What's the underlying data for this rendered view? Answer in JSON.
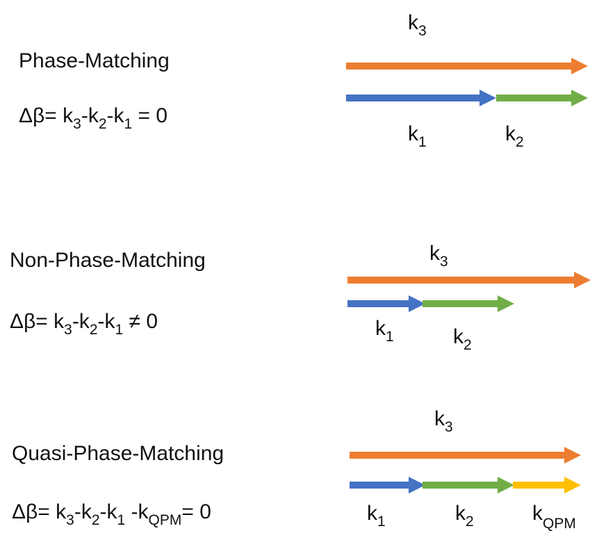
{
  "colors": {
    "k3": "#ED7D31",
    "k1": "#4472C4",
    "k2": "#70AD47",
    "kqpm": "#FFC000"
  },
  "sections": [
    {
      "title": "Phase-Matching",
      "equation": [
        "Δβ= k",
        "3",
        "-k",
        "2",
        "-k",
        "1",
        " = 0"
      ],
      "labels": {
        "k3": [
          "k",
          "3"
        ],
        "k1": [
          "k",
          "1"
        ],
        "k2": [
          "k",
          "2"
        ]
      }
    },
    {
      "title": "Non-Phase-Matching",
      "equation": [
        "Δβ= k",
        "3",
        "-k",
        "2",
        "-k",
        "1",
        " ≠ 0"
      ],
      "labels": {
        "k3": [
          "k",
          "3"
        ],
        "k1": [
          "k",
          "1"
        ],
        "k2": [
          "k",
          "2"
        ]
      }
    },
    {
      "title": "Quasi-Phase-Matching",
      "equation": [
        "Δβ= k",
        "3",
        "-k",
        "2",
        "-k",
        "1",
        " -k",
        "QPM",
        "= 0"
      ],
      "labels": {
        "k3": [
          "k",
          "3"
        ],
        "k1": [
          "k",
          "1"
        ],
        "k2": [
          "k",
          "2"
        ],
        "kqpm": [
          "k",
          "QPM"
        ]
      }
    }
  ]
}
